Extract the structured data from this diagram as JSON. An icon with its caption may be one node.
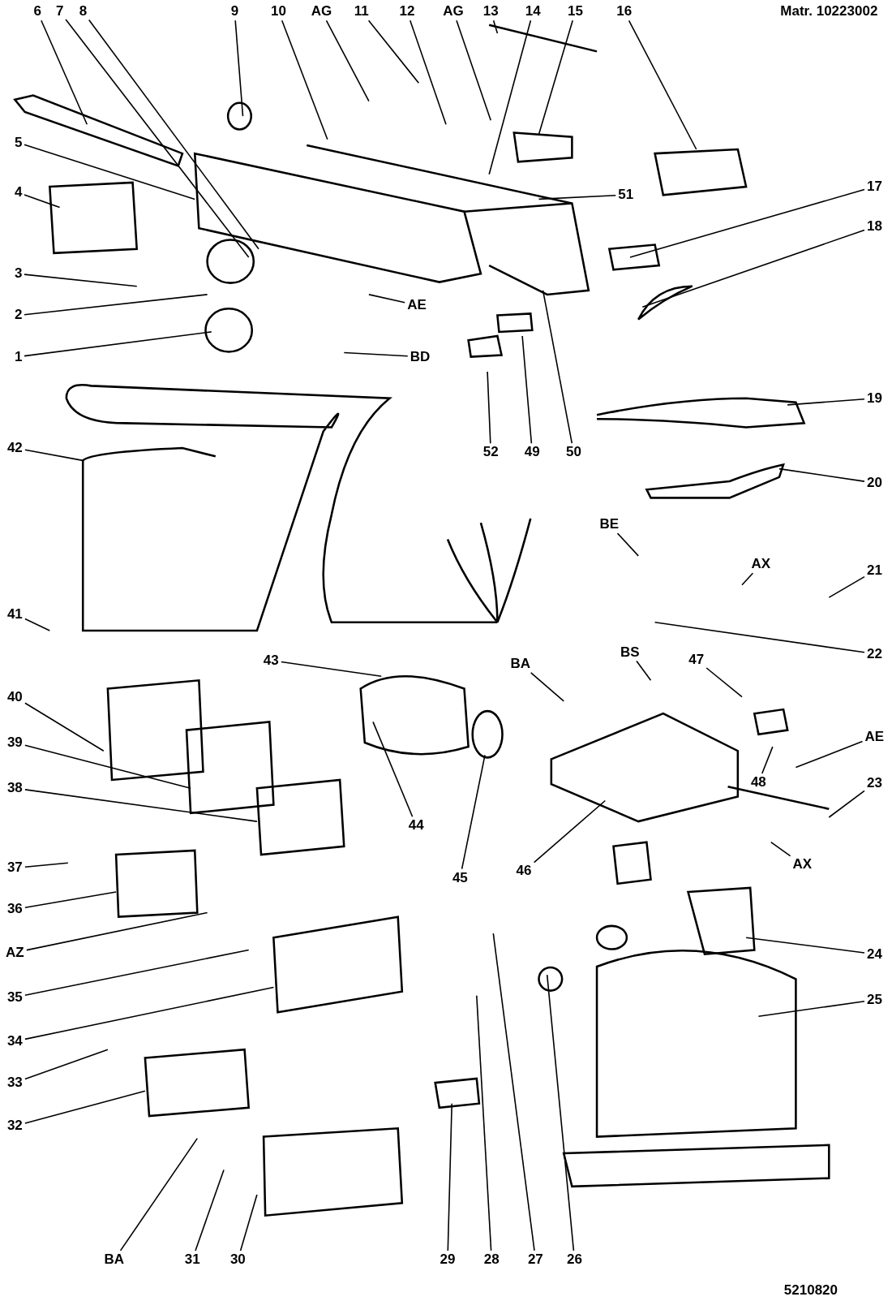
{
  "diagram": {
    "nodes": [
      {
        "text": [
          "6"
        ]
      },
      {
        "text": [
          "7"
        ]
      },
      {
        "text": [
          "8"
        ]
      },
      {
        "text": [
          "9"
        ]
      },
      {
        "text": [
          "10"
        ]
      },
      {
        "text": [
          "AG"
        ]
      },
      {
        "text": [
          "11"
        ]
      },
      {
        "text": [
          "12"
        ]
      },
      {
        "text": [
          "AG"
        ]
      },
      {
        "text": [
          "13"
        ]
      },
      {
        "text": [
          "14"
        ]
      },
      {
        "text": [
          "15"
        ]
      },
      {
        "text": [
          "16"
        ]
      },
      {
        "text": [
          "5"
        ]
      },
      {
        "text": [
          "4"
        ]
      },
      {
        "text": [
          "3"
        ]
      },
      {
        "text": [
          "2"
        ]
      },
      {
        "text": [
          "1"
        ]
      },
      {
        "text": [
          "51"
        ]
      },
      {
        "text": [
          "17"
        ]
      },
      {
        "text": [
          "18"
        ]
      },
      {
        "text": [
          "AE"
        ]
      },
      {
        "text": [
          "BD"
        ]
      },
      {
        "text": [
          "52"
        ]
      },
      {
        "text": [
          "49"
        ]
      },
      {
        "text": [
          "50"
        ]
      },
      {
        "text": [
          "42"
        ]
      },
      {
        "text": [
          "19"
        ]
      },
      {
        "text": [
          "20"
        ]
      },
      {
        "text": [
          "BE"
        ]
      },
      {
        "text": [
          "AX"
        ]
      },
      {
        "text": [
          "21"
        ]
      },
      {
        "text": [
          "22"
        ]
      },
      {
        "text": [
          "41"
        ]
      },
      {
        "text": [
          "43"
        ]
      },
      {
        "text": [
          "BA"
        ]
      },
      {
        "text": [
          "BS"
        ]
      },
      {
        "text": [
          "47"
        ]
      },
      {
        "text": [
          "40"
        ]
      },
      {
        "text": [
          "AE"
        ]
      },
      {
        "text": [
          "48"
        ]
      },
      {
        "text": [
          "39"
        ]
      },
      {
        "text": [
          "23"
        ]
      },
      {
        "text": [
          "38"
        ]
      },
      {
        "text": [
          "44"
        ]
      },
      {
        "text": [
          "45"
        ]
      },
      {
        "text": [
          "46"
        ]
      },
      {
        "text": [
          "AX"
        ]
      },
      {
        "text": [
          "37"
        ]
      },
      {
        "text": [
          "36"
        ]
      },
      {
        "text": [
          "AZ"
        ]
      },
      {
        "text": [
          "35"
        ]
      },
      {
        "text": [
          "24"
        ]
      },
      {
        "text": [
          "25"
        ]
      },
      {
        "text": [
          "34"
        ]
      },
      {
        "text": [
          "33"
        ]
      },
      {
        "text": [
          "32"
        ]
      },
      {
        "text": [
          "BA"
        ]
      },
      {
        "text": [
          "31"
        ]
      },
      {
        "text": [
          "30"
        ]
      },
      {
        "text": [
          "29"
        ]
      },
      {
        "text": [
          "28"
        ]
      },
      {
        "text": [
          "27"
        ]
      },
      {
        "text": [
          "26"
        ]
      }
    ],
    "edges": [
      {
        "from": 0,
        "to": null,
        "arrow": "none"
      },
      {
        "from": 1,
        "to": null,
        "arrow": "none"
      },
      {
        "from": 2,
        "to": null,
        "arrow": "none"
      },
      {
        "from": 3,
        "to": null,
        "arrow": "none"
      },
      {
        "from": 4,
        "to": null,
        "arrow": "none"
      },
      {
        "from": 5,
        "to": null,
        "arrow": "none"
      },
      {
        "from": 6,
        "to": null,
        "arrow": "none"
      },
      {
        "from": 7,
        "to": null,
        "arrow": "none"
      },
      {
        "from": 8,
        "to": null,
        "arrow": "none"
      },
      {
        "from": 9,
        "to": null,
        "arrow": "none"
      },
      {
        "from": 10,
        "to": null,
        "arrow": "none"
      },
      {
        "from": 11,
        "to": null,
        "arrow": "none"
      },
      {
        "from": 12,
        "to": null,
        "arrow": "none"
      },
      {
        "from": 13,
        "to": null,
        "arrow": "none"
      },
      {
        "from": 14,
        "to": null,
        "arrow": "none"
      },
      {
        "from": 15,
        "to": null,
        "arrow": "none"
      },
      {
        "from": 16,
        "to": null,
        "arrow": "none"
      },
      {
        "from": 17,
        "to": null,
        "arrow": "none"
      },
      {
        "from": 18,
        "to": null,
        "arrow": "none"
      },
      {
        "from": 19,
        "to": null,
        "arrow": "none"
      },
      {
        "from": 20,
        "to": null,
        "arrow": "none"
      },
      {
        "from": 21,
        "to": null,
        "arrow": "none"
      },
      {
        "from": 22,
        "to": null,
        "arrow": "none"
      },
      {
        "from": 23,
        "to": null,
        "arrow": "none"
      },
      {
        "from": 24,
        "to": null,
        "arrow": "none"
      },
      {
        "from": 25,
        "to": null,
        "arrow": "none"
      },
      {
        "from": 26,
        "to": null,
        "arrow": "none"
      },
      {
        "from": 27,
        "to": null,
        "arrow": "none"
      },
      {
        "from": 28,
        "to": null,
        "arrow": "none"
      },
      {
        "from": 29,
        "to": null,
        "arrow": "none"
      },
      {
        "from": 30,
        "to": null,
        "arrow": "none"
      },
      {
        "from": 31,
        "to": null,
        "arrow": "none"
      },
      {
        "from": 32,
        "to": null,
        "arrow": "none"
      },
      {
        "from": 33,
        "to": null,
        "arrow": "none"
      },
      {
        "from": 34,
        "to": null,
        "arrow": "none"
      },
      {
        "from": 35,
        "to": null,
        "arrow": "none"
      },
      {
        "from": 36,
        "to": null,
        "arrow": "none"
      },
      {
        "from": 37,
        "to": null,
        "arrow": "none"
      },
      {
        "from": 38,
        "to": null,
        "arrow": "none"
      },
      {
        "from": 39,
        "to": null,
        "arrow": "none"
      },
      {
        "from": 40,
        "to": null,
        "arrow": "none"
      },
      {
        "from": 41,
        "to": null,
        "arrow": "none"
      },
      {
        "from": 42,
        "to": null,
        "arrow": "none"
      },
      {
        "from": 43,
        "to": null,
        "arrow": "none"
      },
      {
        "from": 44,
        "to": null,
        "arrow": "none"
      },
      {
        "from": 45,
        "to": null,
        "arrow": "none"
      },
      {
        "from": 46,
        "to": null,
        "arrow": "none"
      },
      {
        "from": 47,
        "to": null,
        "arrow": "none"
      },
      {
        "from": 48,
        "to": null,
        "arrow": "none"
      },
      {
        "from": 49,
        "to": null,
        "arrow": "none"
      },
      {
        "from": 50,
        "to": null,
        "arrow": "none"
      },
      {
        "from": 51,
        "to": null,
        "arrow": "none"
      },
      {
        "from": 52,
        "to": null,
        "arrow": "none"
      },
      {
        "from": 53,
        "to": null,
        "arrow": "none"
      },
      {
        "from": 54,
        "to": null,
        "arrow": "none"
      },
      {
        "from": 55,
        "to": null,
        "arrow": "none"
      },
      {
        "from": 56,
        "to": null,
        "arrow": "none"
      },
      {
        "from": 57,
        "to": null,
        "arrow": "none"
      },
      {
        "from": 58,
        "to": null,
        "arrow": "none"
      },
      {
        "from": 59,
        "to": null,
        "arrow": "none"
      },
      {
        "from": 60,
        "to": null,
        "arrow": "none"
      },
      {
        "from": 61,
        "to": null,
        "arrow": "none"
      },
      {
        "from": 62,
        "to": null,
        "arrow": "none"
      },
      {
        "from": 63,
        "to": null,
        "arrow": "none"
      }
    ],
    "labels": [
      "Matr. 10223002",
      "5210820"
    ]
  }
}
